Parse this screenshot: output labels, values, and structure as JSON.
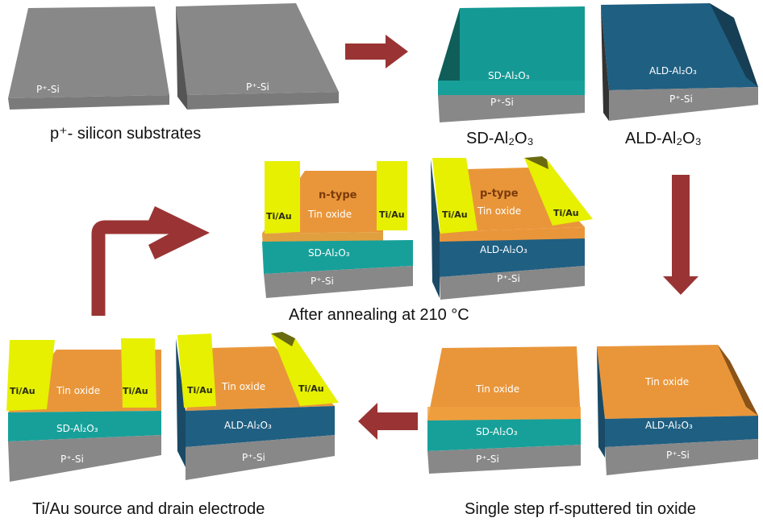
{
  "colors": {
    "silicon": "#8a8a8a",
    "sd_al2o3": "#17a09a",
    "ald_al2o3": "#1f5f82",
    "tin_oxide": "#f0a040",
    "ti_au": "#e6f000",
    "arrow": "#9a3434"
  },
  "labels": {
    "si": "P⁺-Si",
    "sd": "SD-Al₂O₃",
    "ald": "ALD-Al₂O₃",
    "tin": "Tin oxide",
    "tiau": "Ti/Au",
    "ntype": "n-type",
    "ptype": "p-type"
  },
  "captions": {
    "step1": "p⁺- silicon substrates",
    "step2a": "SD-Al₂O₃",
    "step2b": "ALD-Al₂O₃",
    "step3": "Single step rf-sputtered tin oxide",
    "step4": "Ti/Au source and drain electrode",
    "step5": "After annealing at 210 °C"
  },
  "arrows": [
    "right",
    "down",
    "left",
    "up-right"
  ]
}
